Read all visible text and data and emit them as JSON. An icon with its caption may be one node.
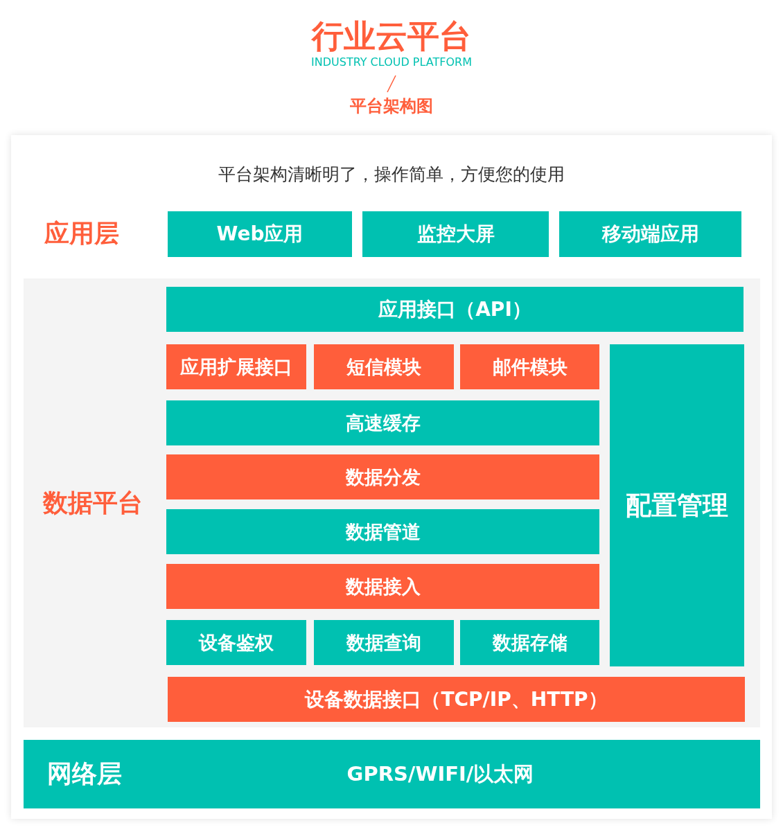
{
  "diagram": {
    "title": "行业云平台",
    "nodes": [
      {
        "text": [
          "应用层"
        ]
      },
      {
        "text": [
          "Web应用"
        ],
        "in": 0
      },
      {
        "text": [
          "监控大屏"
        ],
        "in": 0
      },
      {
        "text": [
          "移动端应用"
        ],
        "in": 0
      },
      {
        "text": [
          "数据平台"
        ]
      },
      {
        "text": [
          "应用接口（API）"
        ],
        "in": 4
      },
      {
        "text": [
          "应用扩展接口"
        ],
        "in": 4
      },
      {
        "text": [
          "短信模块"
        ],
        "in": 4
      },
      {
        "text": [
          "邮件模块"
        ],
        "in": 4
      },
      {
        "text": [
          "配置管理"
        ],
        "in": 4
      },
      {
        "text": [
          "高速缓存"
        ],
        "in": 4
      },
      {
        "text": [
          "数据分发"
        ],
        "in": 4
      },
      {
        "text": [
          "数据管道"
        ],
        "in": 4
      },
      {
        "text": [
          "数据接入"
        ],
        "in": 4
      },
      {
        "text": [
          "设备鉴权"
        ],
        "in": 4
      },
      {
        "text": [
          "数据查询"
        ],
        "in": 4
      },
      {
        "text": [
          "数据存储"
        ],
        "in": 4
      },
      {
        "text": [
          "设备数据接口（TCP/IP、HTTP）"
        ],
        "in": 4
      },
      {
        "text": [
          "网络层",
          "GPRS/WIFI/以太网"
        ]
      }
    ],
    "labels": [
      "INDUSTRY CLOUD PLATFORM",
      "平台架构图",
      "平台架构清晰明了，操作简单，方便您的使用"
    ]
  }
}
